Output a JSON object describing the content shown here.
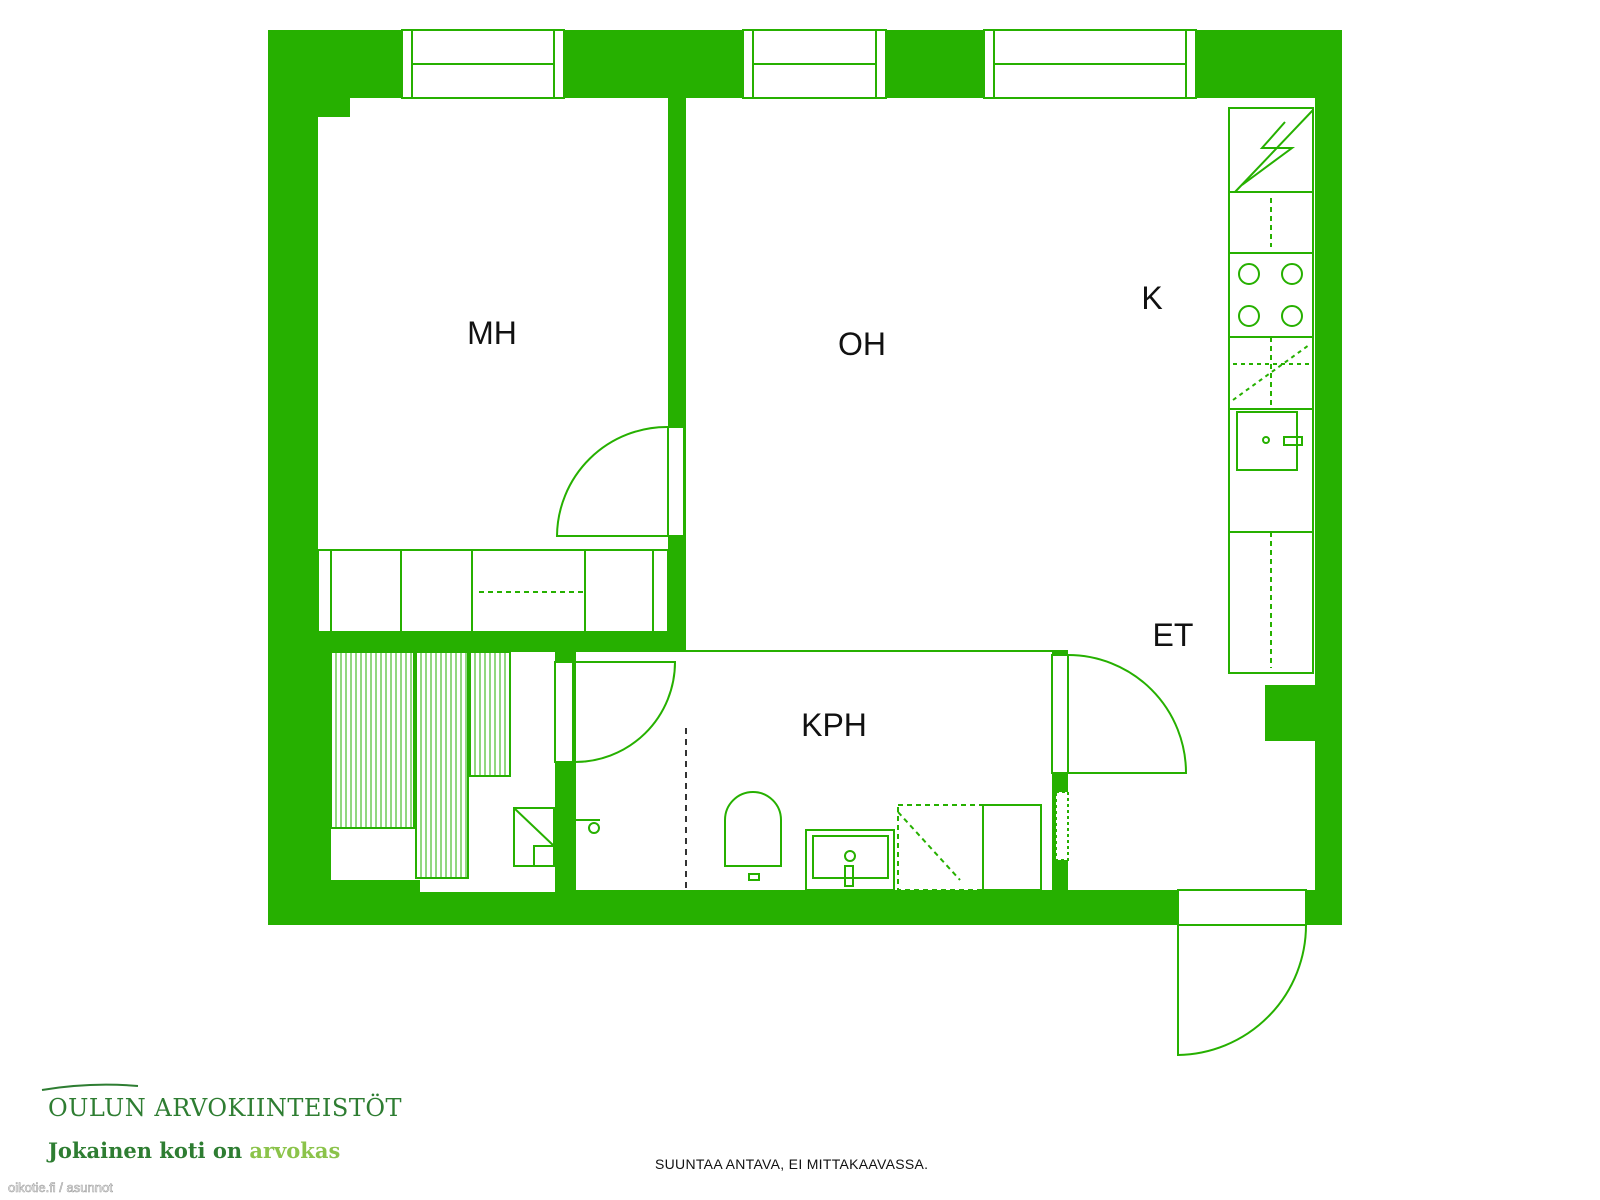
{
  "colors": {
    "wall": "#26b000",
    "line": "#26b000",
    "background": "#ffffff",
    "brand_dark": "#2e7d32",
    "brand_light": "#8bc34a"
  },
  "rooms": {
    "mh": "MH",
    "oh": "OH",
    "k": "K",
    "et": "ET",
    "kph": "KPH"
  },
  "branding": {
    "company": "OULUN ARVOKIINTEISTÖT",
    "slogan_part1": "Jokainen koti on ",
    "slogan_part2": "arvokas"
  },
  "watermark": "oikotie.fi / asunnot",
  "disclaimer": "SUUNTAA ANTAVA, EI MITTAKAAVASSA."
}
